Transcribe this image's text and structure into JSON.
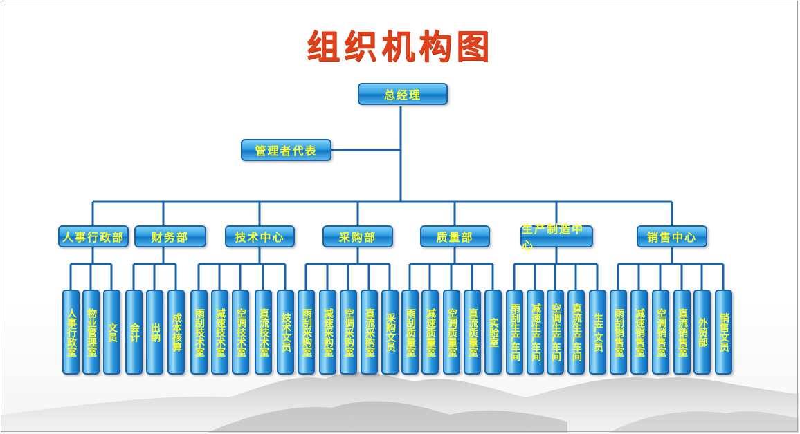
{
  "title": "组织机构图",
  "root": "总经理",
  "representative": "管理者代表",
  "departments": [
    {
      "name": "人事行政部",
      "units": [
        "人事行政室",
        "物业管理室",
        "文员"
      ]
    },
    {
      "name": "财务部",
      "units": [
        "会计",
        "出纳",
        "成本核算"
      ]
    },
    {
      "name": "技术中心",
      "units": [
        "雨刮技术室",
        "减速技术室",
        "空调技术室",
        "直流技术室",
        "技术文员"
      ]
    },
    {
      "name": "采购部",
      "units": [
        "雨刮采购室",
        "减速采购室",
        "空调采购室",
        "直流采购室",
        "采购文员"
      ]
    },
    {
      "name": "质量部",
      "units": [
        "雨刮质量室",
        "减速质量室",
        "空调质量室",
        "直流质量室",
        "实验室"
      ]
    },
    {
      "name": "生产制造中心",
      "units": [
        "雨刮生产车间",
        "减速生产车间",
        "空调生产车间",
        "直流生产车间",
        "生产文员"
      ]
    },
    {
      "name": "销售中心",
      "units": [
        "雨刮销售室",
        "减速销售室",
        "空调销售室",
        "直流销售室",
        "外贸部",
        "销售文员"
      ]
    }
  ],
  "colors": {
    "title": "#e0401a",
    "line": "#1a63a8",
    "box_text": "#ffff33"
  }
}
